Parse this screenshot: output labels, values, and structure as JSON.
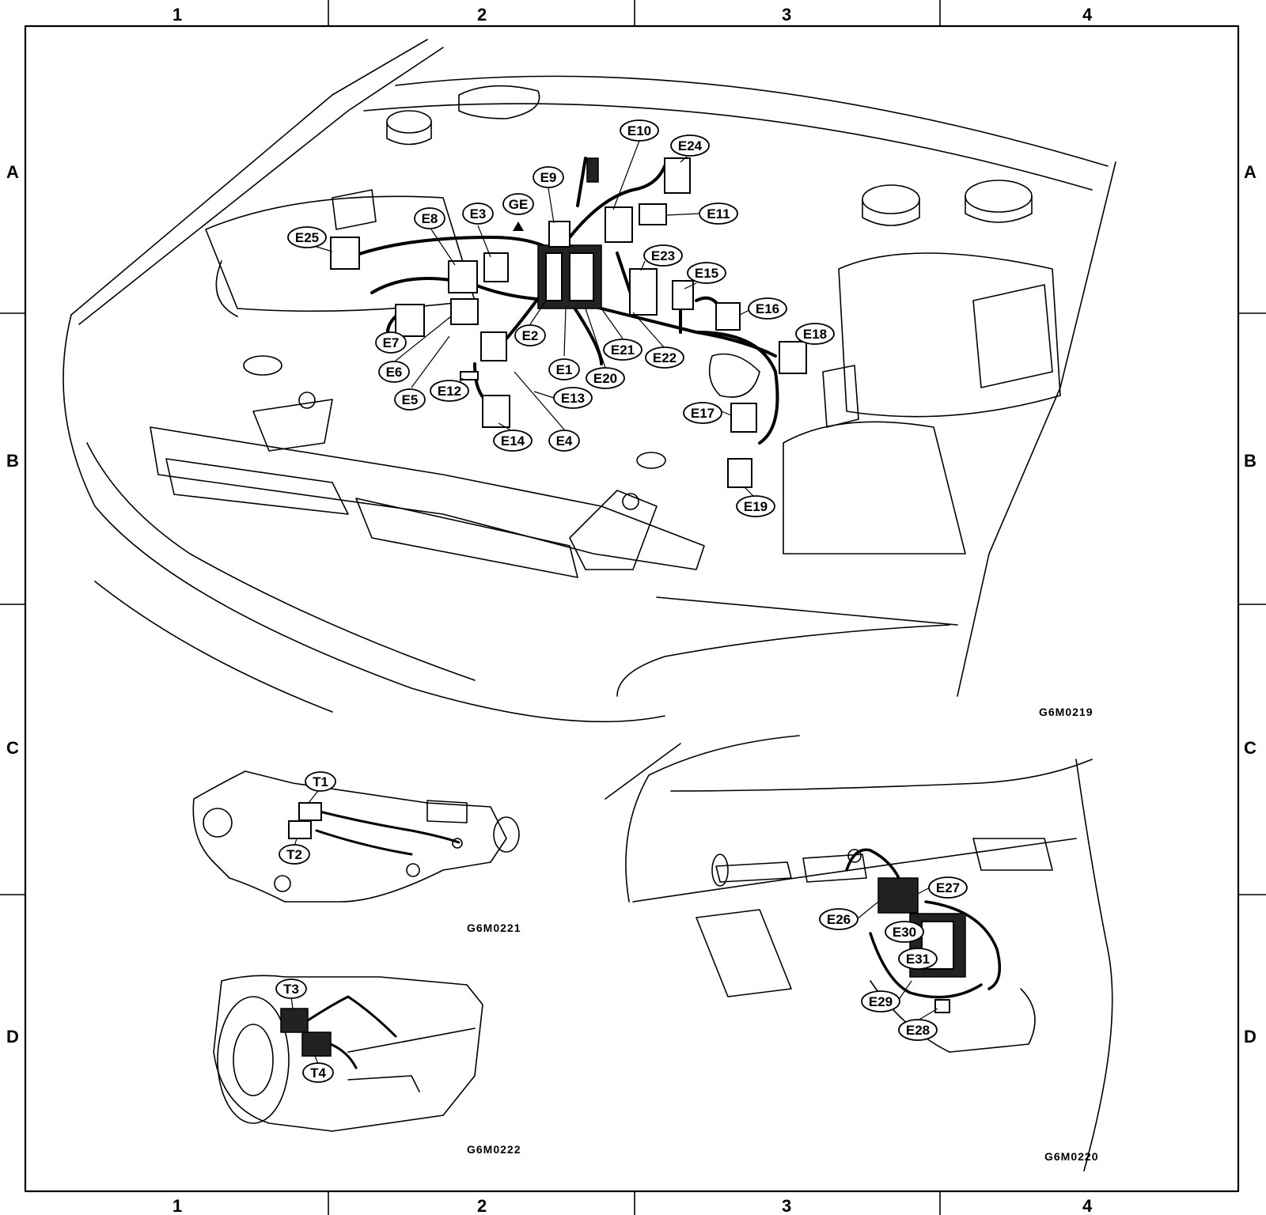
{
  "grid": {
    "columns": [
      "1",
      "2",
      "3",
      "4"
    ],
    "rows": [
      "A",
      "B",
      "C",
      "D"
    ]
  },
  "figures": [
    {
      "code": "G6M0219"
    },
    {
      "code": "G6M0221"
    },
    {
      "code": "G6M0222"
    },
    {
      "code": "G6M0220"
    }
  ],
  "callouts": {
    "engine": [
      "E1",
      "E2",
      "E3",
      "E4",
      "E5",
      "E6",
      "E7",
      "E8",
      "E9",
      "E10",
      "E11",
      "E12",
      "E13",
      "E14",
      "E15",
      "E16",
      "E17",
      "E18",
      "E19",
      "E20",
      "E21",
      "E22",
      "E23",
      "E24",
      "E25",
      "GE"
    ],
    "transmission_manual": [
      "T1",
      "T2"
    ],
    "transmission_auto": [
      "T3",
      "T4"
    ],
    "dash": [
      "E26",
      "E27",
      "E28",
      "E29",
      "E30",
      "E31"
    ]
  }
}
